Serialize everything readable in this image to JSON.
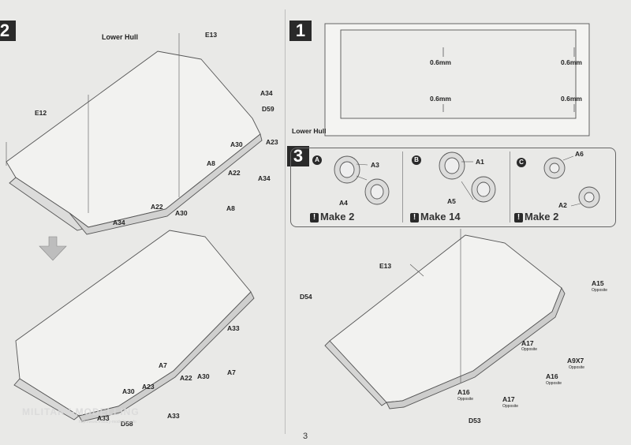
{
  "page_number": "3",
  "steps": {
    "step2": "2",
    "step1": "1",
    "step3": "3"
  },
  "step2": {
    "lower_hull": "Lower Hull",
    "labels": {
      "e13": "E13",
      "e12": "E12",
      "a34_a": "A34",
      "d59": "D59",
      "a23": "A23",
      "a30_a": "A30",
      "a22_a": "A22",
      "a34_b": "A34",
      "a8_a": "A8",
      "a34_c": "A34",
      "a22_b": "A22",
      "a30_b": "A30",
      "a8_b": "A8"
    },
    "sub_labels": {
      "a33_a": "A33",
      "a7_a": "A7",
      "a22": "A22",
      "a30": "A30",
      "a7_b": "A7",
      "a30_b": "A30",
      "a23": "A23",
      "a33_b": "A33",
      "a33_c": "A33",
      "d58": "D58"
    }
  },
  "step1": {
    "lower_hull": "Lower Hull",
    "dims": [
      "0.6mm",
      "0.6mm",
      "0.6mm",
      "0.6mm"
    ]
  },
  "step3": {
    "parts": [
      {
        "letter": "A",
        "p1": "A3",
        "p2": "A4",
        "make": "Make 2"
      },
      {
        "letter": "B",
        "p1": "A1",
        "p2": "A5",
        "make": "Make 14"
      },
      {
        "letter": "C",
        "p1": "A6",
        "p2": "A2",
        "make": "Make 2"
      }
    ],
    "labels": {
      "e13": "E13",
      "d54": "D54",
      "a15": "A15",
      "a15_opp": "Opposite",
      "a17_a": "A17",
      "a17_a_opp": "Opposite",
      "a9x7": "A9X7",
      "a9x7_opp": "Opposite",
      "a16_a": "A16",
      "a16_a_opp": "Opposite",
      "a16_b": "A16",
      "a16_b_opp": "Opposite",
      "a17_b": "A17",
      "a17_b_opp": "Opposite",
      "d53": "D53"
    }
  },
  "watermark": "MILITARY-MODELLING",
  "watermark_url": "http://www.military-modelling.info"
}
